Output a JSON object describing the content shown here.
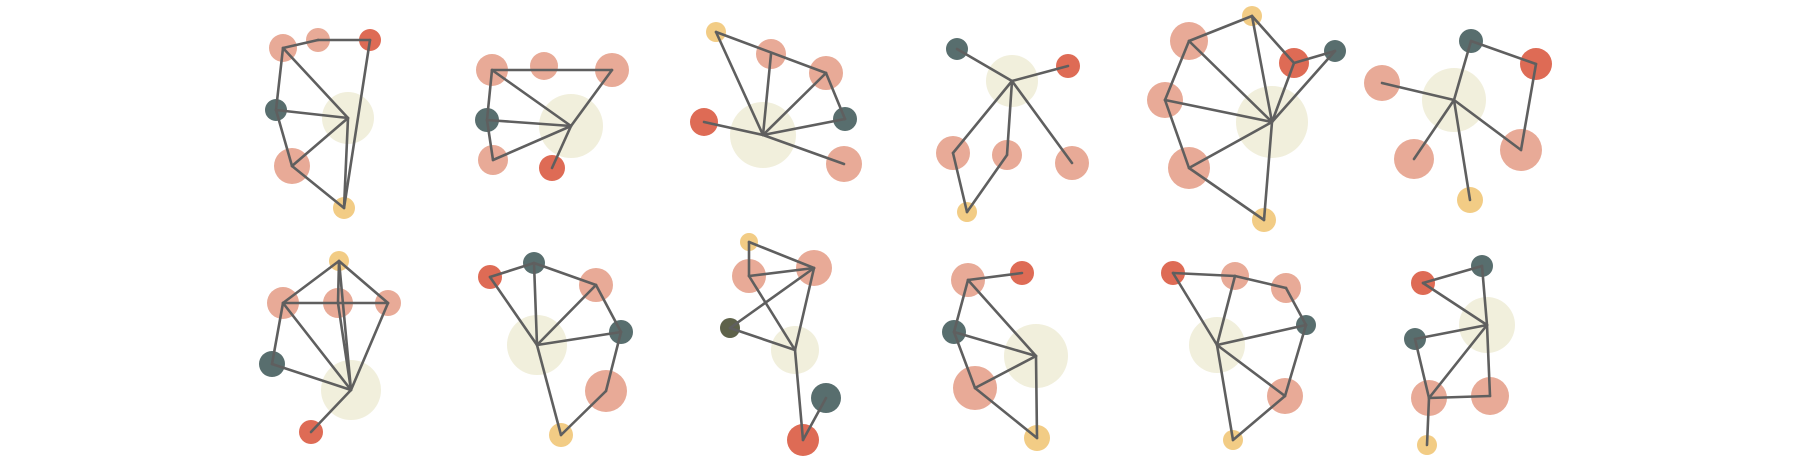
{
  "palette": {
    "teal": "#586e6e",
    "red": "#de6b55",
    "salmon": "#e8aa97",
    "yellow": "#f2cc85",
    "cream": "#f1efdc",
    "edge": "#5f5f5f",
    "background": "#ffffff"
  },
  "graphs": [
    {
      "id": "g1",
      "nodes": [
        "salmon",
        "salmon",
        "red",
        "teal",
        "cream",
        "salmon",
        "yellow"
      ],
      "edges": [
        [
          0,
          1
        ],
        [
          1,
          2
        ],
        [
          0,
          3
        ],
        [
          0,
          4
        ],
        [
          2,
          6
        ],
        [
          3,
          4
        ],
        [
          4,
          5
        ],
        [
          5,
          6
        ],
        [
          3,
          5
        ],
        [
          4,
          6
        ]
      ]
    },
    {
      "id": "g2",
      "nodes": [
        "salmon",
        "salmon",
        "salmon",
        "teal",
        "cream",
        "salmon",
        "red"
      ],
      "edges": [
        [
          0,
          2
        ],
        [
          2,
          4
        ],
        [
          0,
          3
        ],
        [
          0,
          4
        ],
        [
          3,
          4
        ],
        [
          3,
          5
        ],
        [
          4,
          5
        ],
        [
          4,
          6
        ]
      ]
    },
    {
      "id": "g3",
      "nodes": [
        "yellow",
        "salmon",
        "salmon",
        "red",
        "cream",
        "teal",
        "salmon"
      ],
      "edges": [
        [
          0,
          2
        ],
        [
          0,
          4
        ],
        [
          1,
          4
        ],
        [
          2,
          4
        ],
        [
          3,
          4
        ],
        [
          4,
          5
        ],
        [
          4,
          6
        ],
        [
          2,
          5
        ]
      ]
    },
    {
      "id": "g4",
      "nodes": [
        "teal",
        "red",
        "cream",
        "salmon",
        "salmon",
        "salmon",
        "yellow"
      ],
      "edges": [
        [
          0,
          2
        ],
        [
          1,
          2
        ],
        [
          2,
          3
        ],
        [
          2,
          4
        ],
        [
          2,
          5
        ],
        [
          3,
          6
        ],
        [
          4,
          6
        ]
      ]
    },
    {
      "id": "g5",
      "nodes": [
        "yellow",
        "salmon",
        "red",
        "teal",
        "salmon",
        "cream",
        "salmon",
        "yellow"
      ],
      "edges": [
        [
          0,
          1
        ],
        [
          0,
          2
        ],
        [
          0,
          5
        ],
        [
          1,
          4
        ],
        [
          1,
          5
        ],
        [
          2,
          3
        ],
        [
          2,
          5
        ],
        [
          3,
          5
        ],
        [
          4,
          5
        ],
        [
          4,
          6
        ],
        [
          5,
          6
        ],
        [
          5,
          7
        ],
        [
          6,
          7
        ]
      ]
    },
    {
      "id": "g6",
      "nodes": [
        "teal",
        "red",
        "salmon",
        "cream",
        "salmon",
        "salmon",
        "yellow"
      ],
      "edges": [
        [
          0,
          1
        ],
        [
          1,
          5
        ],
        [
          2,
          3
        ],
        [
          0,
          3
        ],
        [
          3,
          4
        ],
        [
          3,
          5
        ],
        [
          3,
          6
        ]
      ]
    },
    {
      "id": "g7",
      "nodes": [
        "yellow",
        "salmon",
        "salmon",
        "salmon",
        "teal",
        "cream",
        "red"
      ],
      "edges": [
        [
          0,
          1
        ],
        [
          0,
          2
        ],
        [
          0,
          3
        ],
        [
          0,
          5
        ],
        [
          1,
          2
        ],
        [
          2,
          3
        ],
        [
          1,
          5
        ],
        [
          2,
          5
        ],
        [
          4,
          5
        ],
        [
          5,
          6
        ],
        [
          1,
          4
        ],
        [
          3,
          5
        ]
      ]
    },
    {
      "id": "g8",
      "nodes": [
        "red",
        "teal",
        "salmon",
        "cream",
        "teal",
        "salmon",
        "yellow"
      ],
      "edges": [
        [
          0,
          1
        ],
        [
          1,
          2
        ],
        [
          0,
          3
        ],
        [
          1,
          3
        ],
        [
          2,
          3
        ],
        [
          2,
          4
        ],
        [
          3,
          4
        ],
        [
          4,
          5
        ],
        [
          3,
          6
        ],
        [
          5,
          6
        ]
      ]
    },
    {
      "id": "g9",
      "nodes": [
        "yellow",
        "salmon",
        "salmon",
        "olive",
        "cream",
        "teal",
        "red"
      ],
      "edges": [
        [
          0,
          1
        ],
        [
          0,
          2
        ],
        [
          1,
          2
        ],
        [
          1,
          3
        ],
        [
          1,
          4
        ],
        [
          2,
          4
        ],
        [
          3,
          4
        ],
        [
          4,
          6
        ],
        [
          5,
          6
        ]
      ]
    },
    {
      "id": "g10",
      "nodes": [
        "salmon",
        "red",
        "teal",
        "cream",
        "salmon",
        "yellow"
      ],
      "edges": [
        [
          0,
          1
        ],
        [
          0,
          2
        ],
        [
          0,
          3
        ],
        [
          2,
          3
        ],
        [
          2,
          4
        ],
        [
          3,
          4
        ],
        [
          3,
          5
        ],
        [
          4,
          5
        ]
      ]
    },
    {
      "id": "g11",
      "nodes": [
        "red",
        "salmon",
        "salmon",
        "cream",
        "teal",
        "salmon",
        "yellow"
      ],
      "edges": [
        [
          0,
          1
        ],
        [
          1,
          2
        ],
        [
          0,
          3
        ],
        [
          1,
          3
        ],
        [
          2,
          4
        ],
        [
          3,
          4
        ],
        [
          4,
          5
        ],
        [
          3,
          5
        ],
        [
          3,
          6
        ],
        [
          5,
          6
        ]
      ]
    },
    {
      "id": "g12",
      "nodes": [
        "red",
        "teal",
        "teal",
        "cream",
        "salmon",
        "salmon",
        "yellow"
      ],
      "edges": [
        [
          0,
          1
        ],
        [
          0,
          3
        ],
        [
          1,
          3
        ],
        [
          2,
          3
        ],
        [
          3,
          4
        ],
        [
          3,
          5
        ],
        [
          4,
          5
        ],
        [
          4,
          6
        ],
        [
          2,
          4
        ]
      ]
    }
  ]
}
